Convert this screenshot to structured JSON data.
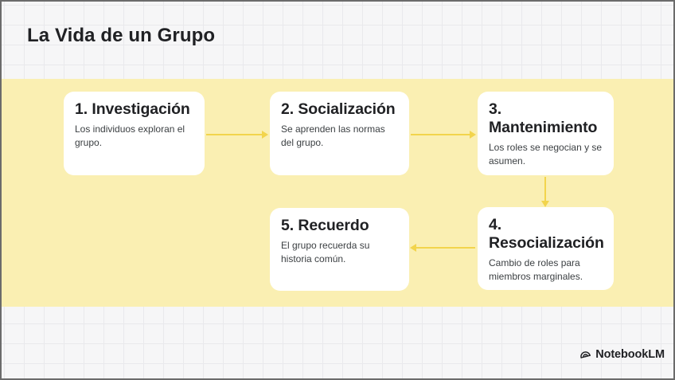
{
  "page": {
    "title": "La Vida de un Grupo",
    "brand": "NotebookLM"
  },
  "colors": {
    "canvas_bg": "#F6F6F7",
    "grid_line": "#E9E9EC",
    "band": "#FAEFB2",
    "arrow": "#F2D44C",
    "card_bg": "#FFFFFF",
    "title_text": "#202124",
    "body_text": "#3C4043"
  },
  "diagram": {
    "nodes": [
      {
        "title": "1. Investigación",
        "body": "Los individuos exploran el grupo."
      },
      {
        "title": "2. Socialización",
        "body": "Se aprenden las normas del grupo."
      },
      {
        "title": "3. Mantenimiento",
        "body": "Los roles se negocian y se asumen."
      },
      {
        "title": "4. Resocialización",
        "body": "Cambio de roles para miembros marginales."
      },
      {
        "title": "5. Recuerdo",
        "body": "El grupo recuerda su historia común."
      }
    ],
    "edges": [
      {
        "from": "1. Investigación",
        "to": "2. Socialización",
        "direction": "right"
      },
      {
        "from": "2. Socialización",
        "to": "3. Mantenimiento",
        "direction": "right"
      },
      {
        "from": "3. Mantenimiento",
        "to": "4. Resocialización",
        "direction": "down"
      },
      {
        "from": "4. Resocialización",
        "to": "5. Recuerdo",
        "direction": "left"
      }
    ]
  }
}
